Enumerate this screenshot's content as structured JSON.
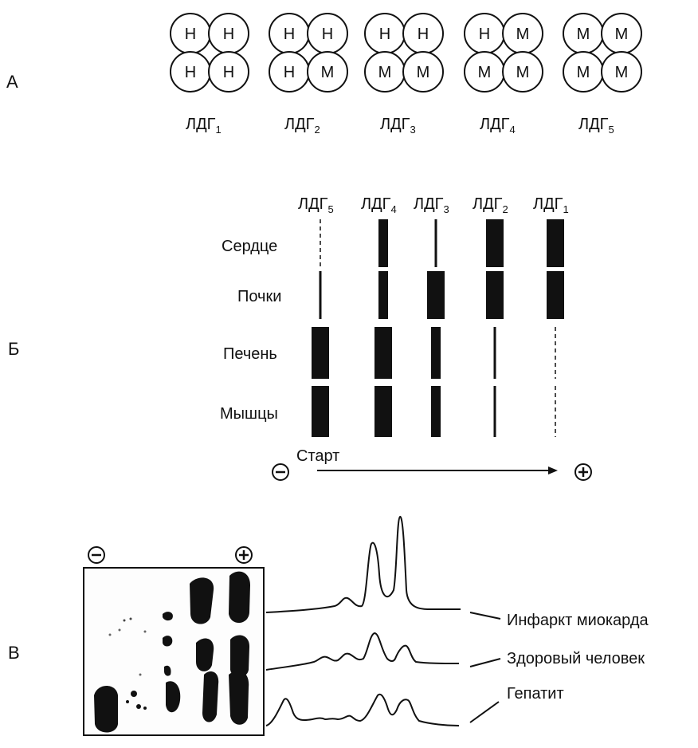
{
  "section_a": {
    "letter": "А",
    "isoforms": [
      {
        "subunits": [
          "Н",
          "Н",
          "Н",
          "Н"
        ],
        "label_main": "ЛДГ",
        "label_sub": "1"
      },
      {
        "subunits": [
          "Н",
          "Н",
          "Н",
          "М"
        ],
        "label_main": "ЛДГ",
        "label_sub": "2"
      },
      {
        "subunits": [
          "Н",
          "Н",
          "М",
          "М"
        ],
        "label_main": "ЛДГ",
        "label_sub": "3"
      },
      {
        "subunits": [
          "Н",
          "М",
          "М",
          "М"
        ],
        "label_main": "ЛДГ",
        "label_sub": "4"
      },
      {
        "subunits": [
          "М",
          "М",
          "М",
          "М"
        ],
        "label_main": "ЛДГ",
        "label_sub": "5"
      }
    ]
  },
  "section_b": {
    "letter": "Б",
    "columns": [
      {
        "label_main": "ЛДГ",
        "label_sub": "5"
      },
      {
        "label_main": "ЛДГ",
        "label_sub": "4"
      },
      {
        "label_main": "ЛДГ",
        "label_sub": "3"
      },
      {
        "label_main": "ЛДГ",
        "label_sub": "2"
      },
      {
        "label_main": "ЛДГ",
        "label_sub": "1"
      }
    ],
    "tissues": [
      "Сердце",
      "Почки",
      "Печень",
      "Мышцы"
    ],
    "band_intensity": [
      [
        "trace",
        "medium",
        "thin",
        "strong",
        "strong"
      ],
      [
        "thin",
        "medium",
        "strong",
        "strong",
        "strong"
      ],
      [
        "strong",
        "strong",
        "medium",
        "thin",
        "trace"
      ],
      [
        "strong",
        "strong",
        "medium",
        "thin",
        "trace"
      ]
    ],
    "start_label": "Старт",
    "minus_symbol": "−",
    "plus_symbol": "+"
  },
  "section_c": {
    "letter": "В",
    "minus_symbol": "−",
    "plus_symbol": "+",
    "traces": [
      "Инфаркт миокарда",
      "Здоровый человек",
      "Гепатит"
    ]
  }
}
